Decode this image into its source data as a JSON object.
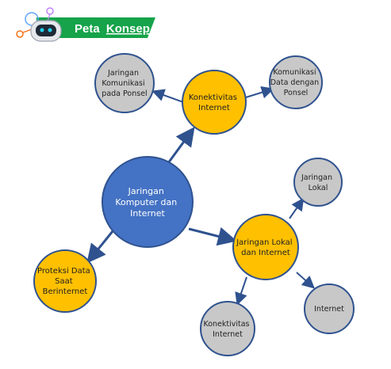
{
  "header": {
    "word1": "Peta",
    "word2": "Konsep",
    "banner_color": "#16a34a",
    "icon": "robot-head-icon"
  },
  "colors": {
    "main_fill": "#4472c4",
    "main_stroke": "#2f528f",
    "orange_fill": "#ffc000",
    "gray_fill": "#c8c8c8",
    "node_stroke": "#2f528f",
    "arrow": "#2f528f",
    "main_text": "#ffffff",
    "node_text": "#222222"
  },
  "nodes": {
    "main": [
      "Jaringan",
      "Komputer dan",
      "Internet"
    ],
    "konektivitas": [
      "Konektivitas",
      "Internet"
    ],
    "jaringan_lokal_internet": [
      "Jaringan Lokal",
      "dan Internet"
    ],
    "proteksi": [
      "Proteksi Data",
      "Saat",
      "Berinternet"
    ],
    "jaringan_komunikasi": [
      "Jaringan",
      "Komunikasi",
      "pada Ponsel"
    ],
    "komunikasi_data": [
      "Komunikasi",
      "Data dengan",
      "Ponsel"
    ],
    "jaringan_lokal": [
      "Jaringan",
      "Lokal"
    ],
    "internet": [
      "Internet"
    ],
    "konektivitas_internet_leaf": [
      "Konektivitas",
      "Internet"
    ]
  }
}
